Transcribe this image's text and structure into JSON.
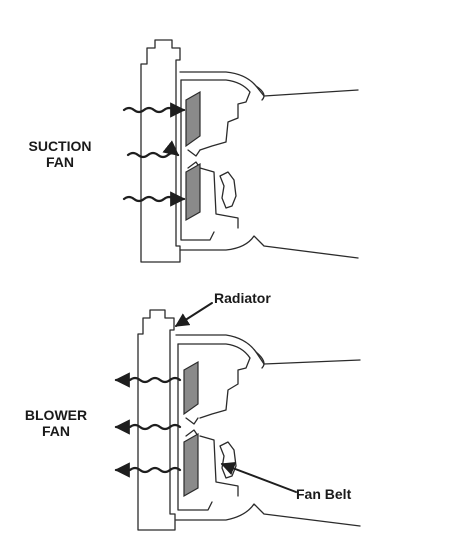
{
  "labels": {
    "suction_fan": {
      "line1": "SUCTION",
      "line2": "FAN"
    },
    "blower_fan": {
      "line1": "BLOWER",
      "line2": "FAN"
    },
    "radiator": "Radiator",
    "fan_belt": "Fan Belt"
  },
  "colors": {
    "line": "#2b2b2b",
    "blade_fill": "#8a8a8a",
    "text": "#1a1a1a",
    "background": "#ffffff"
  }
}
